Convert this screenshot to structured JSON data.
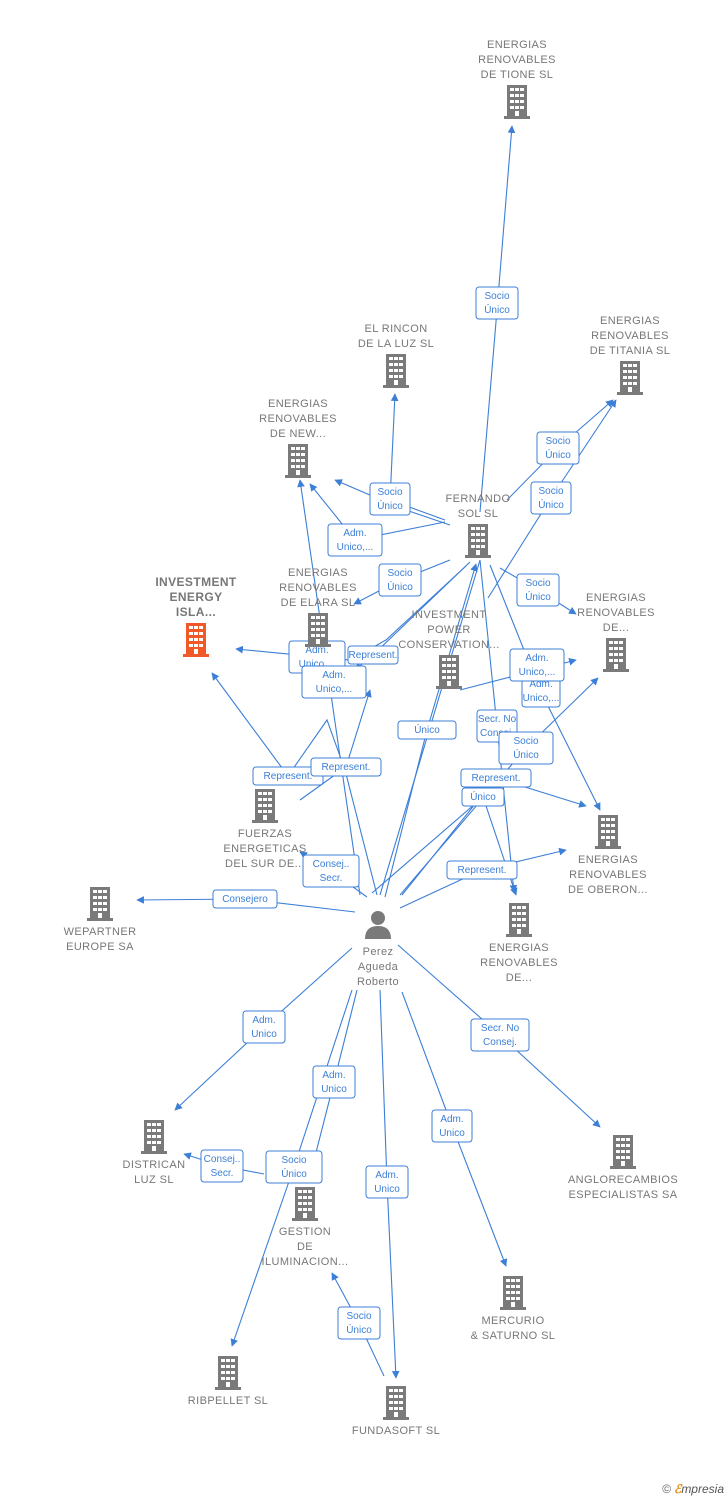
{
  "colors": {
    "edge": "#3c7fd6",
    "building": "#7a7a7a",
    "highlight": "#f05a28",
    "person": "#7a7a7a"
  },
  "nodes": [
    {
      "id": "tione",
      "type": "company",
      "lines": [
        "ENERGIAS",
        "RENOVABLES",
        "DE TIONE  SL"
      ]
    },
    {
      "id": "rincon",
      "type": "company",
      "lines": [
        "EL RINCON",
        "DE LA LUZ SL"
      ]
    },
    {
      "id": "titania",
      "type": "company",
      "lines": [
        "ENERGIAS",
        "RENOVABLES",
        "DE TITANIA  SL"
      ]
    },
    {
      "id": "new",
      "type": "company",
      "lines": [
        "ENERGIAS",
        "RENOVABLES",
        "DE NEW..."
      ]
    },
    {
      "id": "fernando",
      "type": "company",
      "lines": [
        "FERNANDO",
        "SOL SL"
      ]
    },
    {
      "id": "investment",
      "type": "company",
      "highlight": true,
      "lines": [
        "INVESTMENT",
        "ENERGY",
        "ISLA..."
      ]
    },
    {
      "id": "elara",
      "type": "company",
      "lines": [
        "ENERGIAS",
        "RENOVABLES",
        "DE ELARA  SL"
      ]
    },
    {
      "id": "power",
      "type": "company",
      "lines": [
        "INVESTMENT",
        "POWER",
        "CONSERVATION..."
      ]
    },
    {
      "id": "erde",
      "type": "company",
      "lines": [
        "ENERGIAS",
        "RENOVABLES",
        "DE..."
      ]
    },
    {
      "id": "fuerzas",
      "type": "company",
      "lines": [
        "FUERZAS",
        "ENERGETICAS",
        "DEL SUR DE..."
      ]
    },
    {
      "id": "oberon",
      "type": "company",
      "lines": [
        "ENERGIAS",
        "RENOVABLES",
        "DE OBERON..."
      ]
    },
    {
      "id": "wepartner",
      "type": "company",
      "lines": [
        "WEPARTNER",
        "EUROPE SA"
      ]
    },
    {
      "id": "perez",
      "type": "person",
      "lines": [
        "Perez",
        "Agueda",
        "Roberto"
      ]
    },
    {
      "id": "erde2",
      "type": "company",
      "lines": [
        "ENERGIAS",
        "RENOVABLES",
        "DE..."
      ]
    },
    {
      "id": "districan",
      "type": "company",
      "lines": [
        "DISTRICAN",
        "LUZ SL"
      ]
    },
    {
      "id": "gestion",
      "type": "company",
      "lines": [
        "GESTION",
        "DE",
        "ILUMINACION..."
      ]
    },
    {
      "id": "anglo",
      "type": "company",
      "lines": [
        "ANGLORECAMBIOS",
        "ESPECIALISTAS SA"
      ]
    },
    {
      "id": "mercurio",
      "type": "company",
      "lines": [
        "MERCURIO",
        "& SATURNO  SL"
      ]
    },
    {
      "id": "ribpellet",
      "type": "company",
      "lines": [
        "RIBPELLET SL"
      ]
    },
    {
      "id": "fundasoft",
      "type": "company",
      "lines": [
        "FUNDASOFT SL"
      ]
    }
  ],
  "edge_labels": [
    {
      "lines": [
        "Socio",
        "Único"
      ]
    },
    {
      "lines": [
        "Socio",
        "Único"
      ]
    },
    {
      "lines": [
        "Socio",
        "Único"
      ]
    },
    {
      "lines": [
        "Socio",
        "Único"
      ]
    },
    {
      "lines": [
        "Adm.",
        "Unico,..."
      ]
    },
    {
      "lines": [
        "Socio",
        "Único"
      ]
    },
    {
      "lines": [
        "Socio",
        "Único"
      ]
    },
    {
      "lines": [
        "Adm.",
        "Unico,..."
      ]
    },
    {
      "lines": [
        "Adm.",
        "Unico,..."
      ]
    },
    {
      "lines": [
        "Represent."
      ]
    },
    {
      "lines": [
        "Adm.",
        "Unico,..."
      ]
    },
    {
      "lines": [
        "Único"
      ]
    },
    {
      "lines": [
        "Secr.  No",
        "Consej."
      ]
    },
    {
      "lines": [
        "Socio",
        "Único"
      ]
    },
    {
      "lines": [
        "Adm.",
        "Unico,..."
      ]
    },
    {
      "lines": [
        "Represent."
      ]
    },
    {
      "lines": [
        "Represent."
      ]
    },
    {
      "lines": [
        "Represent."
      ]
    },
    {
      "lines": [
        "Único"
      ]
    },
    {
      "lines": [
        "Consej..",
        "Secr."
      ]
    },
    {
      "lines": [
        "Represent."
      ]
    },
    {
      "lines": [
        "Consejero"
      ]
    },
    {
      "lines": [
        "Adm.",
        "Unico"
      ]
    },
    {
      "lines": [
        "Secr.  No",
        "Consej."
      ]
    },
    {
      "lines": [
        "Adm.",
        "Unico"
      ]
    },
    {
      "lines": [
        "Adm.",
        "Unico"
      ]
    },
    {
      "lines": [
        "Socio",
        "Único"
      ]
    },
    {
      "lines": [
        "Consej..",
        "Secr."
      ]
    },
    {
      "lines": [
        "Adm.",
        "Unico"
      ]
    },
    {
      "lines": [
        "Socio",
        "Único"
      ]
    }
  ],
  "footer": {
    "copyright": "©",
    "brand_initial": "ℰ",
    "brand_rest": "mpresia"
  }
}
